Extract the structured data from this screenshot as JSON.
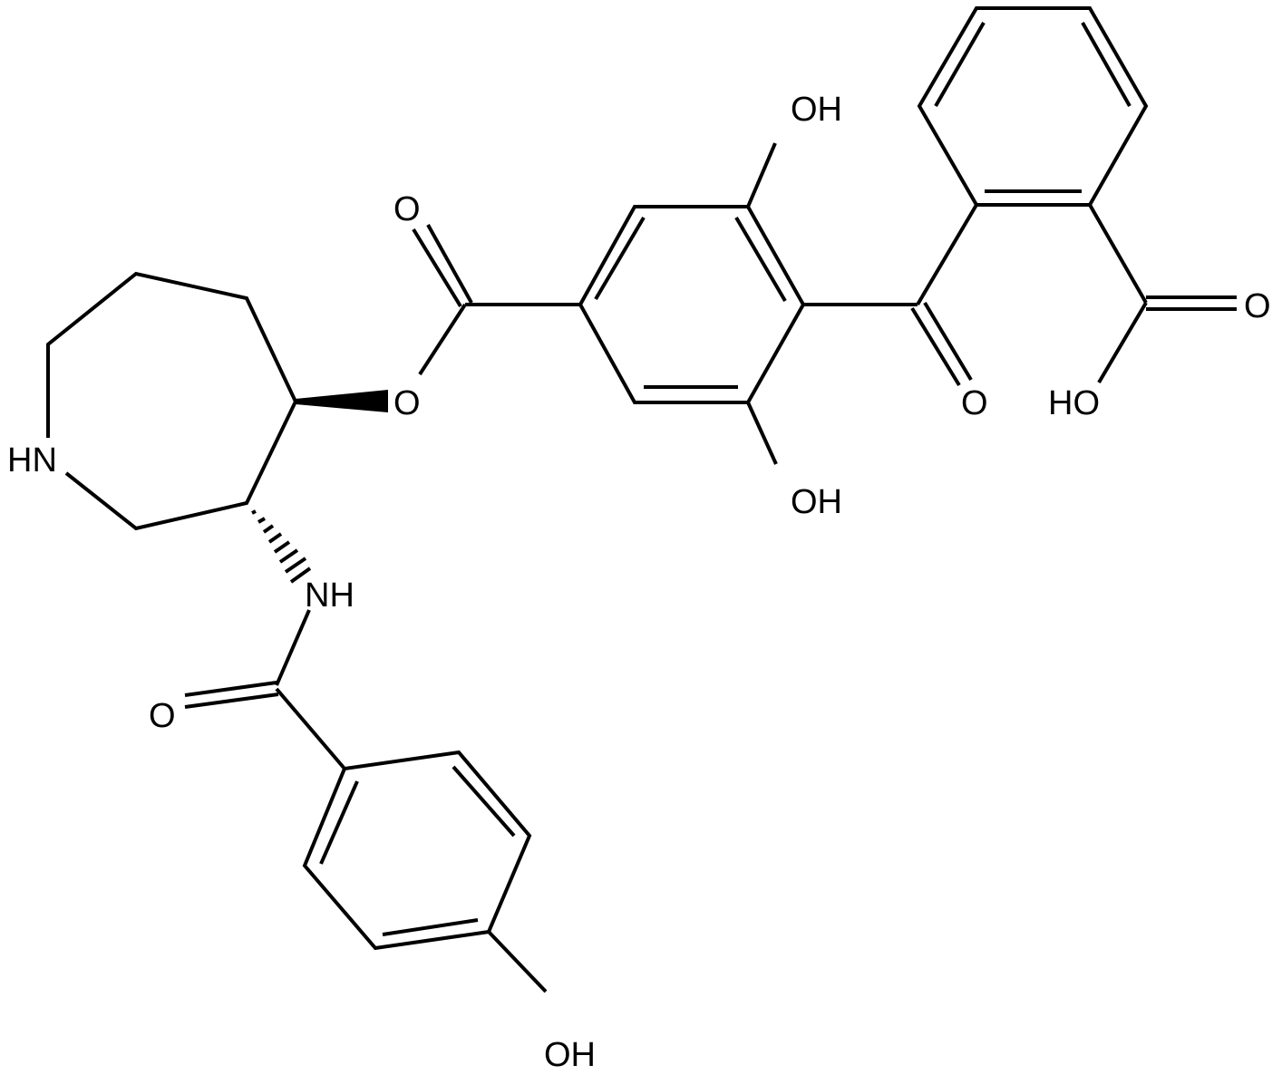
{
  "diagram": {
    "type": "chemical-structure",
    "background": "#ffffff",
    "bond_color": "#000000",
    "atom_labels": {
      "hn_ring": "HN",
      "nh_amide": "NH",
      "o_ester_bridge": "O",
      "o_ester_carbonyl": "O",
      "oh_top": "OH",
      "oh_bottom": "OH",
      "o_ketone": "O",
      "o_acid_carbonyl": "O",
      "ho_acid": "HO",
      "o_amide_carbonyl": "O",
      "oh_phenol": "OH"
    },
    "fragments": [
      "azepane ring (HN)",
      "ester linkage (wedge to O)",
      "3,5-dihydroxy benzoyl ring",
      "ketone bridge",
      "benzoic acid ring",
      "amide (hashed bond to NH)",
      "4-hydroxybenzoyl ring"
    ]
  }
}
